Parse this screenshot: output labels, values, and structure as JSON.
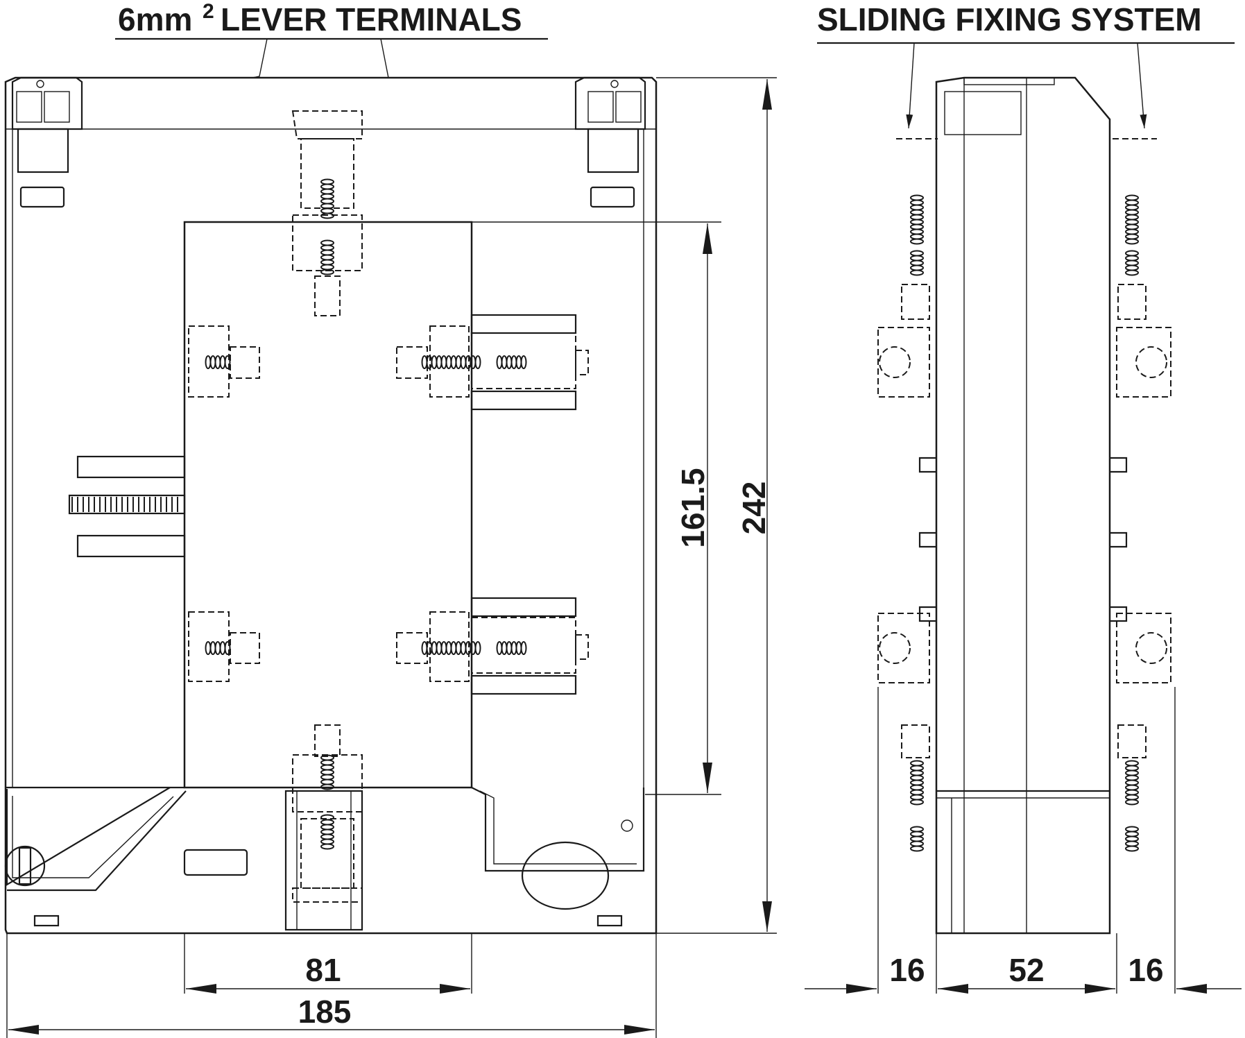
{
  "front_view": {
    "title_prefix": "6mm",
    "title_superscript": "2",
    "title_suffix": "LEVER TERMINALS",
    "dimensions": {
      "inner_height": "161.5",
      "total_height": "242",
      "window_width": "81",
      "total_width": "185"
    }
  },
  "side_view": {
    "title": "SLIDING FIXING SYSTEM",
    "dimensions": {
      "left_clip": "16",
      "body_depth": "52",
      "right_clip": "16"
    }
  },
  "colors": {
    "line": "#1a1a1a",
    "background": "#ffffff"
  }
}
